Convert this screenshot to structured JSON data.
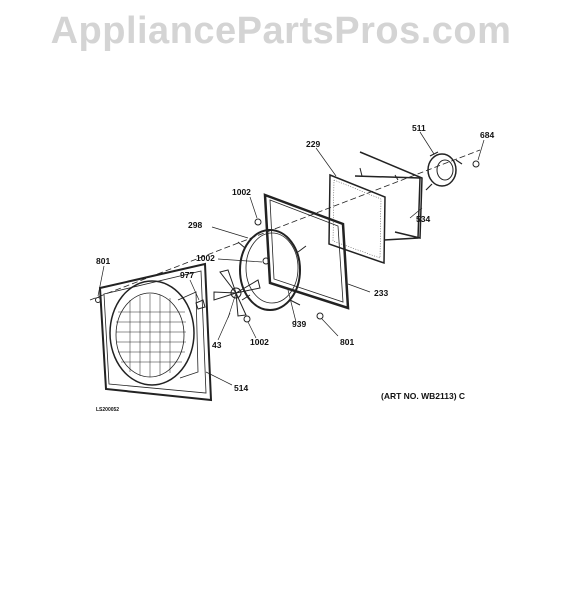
{
  "watermark": "AppliancePartsPros.com",
  "callouts": {
    "p511": "511",
    "p684": "684",
    "p229": "229",
    "p1002a": "1002",
    "p534": "534",
    "p298": "298",
    "p1002b": "1002",
    "p801a": "801",
    "p977": "977",
    "p233": "233",
    "p939": "939",
    "p801b": "801",
    "p43": "43",
    "p1002c": "1002",
    "p514": "514"
  },
  "art_number": "(ART NO. WB2113) C",
  "drawing_id": "LS200052"
}
